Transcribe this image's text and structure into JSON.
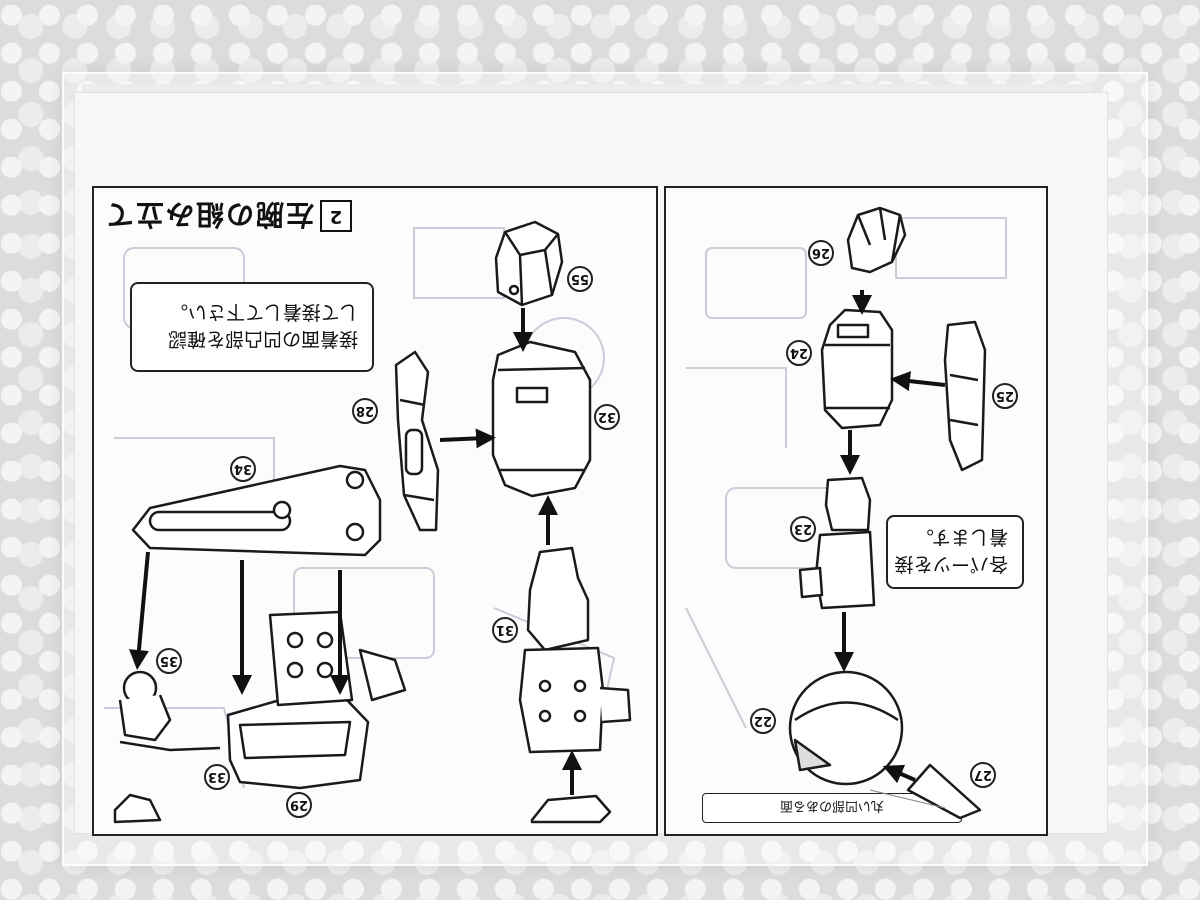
{
  "instruction_sheet": {
    "step_number": "2",
    "step_title": "左腕の組み立て",
    "notes": {
      "left_box": [
        "接着面の凹凸部を確認",
        "して接着して下さい。"
      ],
      "right_box": [
        "各パーツを接",
        "着します。"
      ]
    },
    "part_label": "丸い凹部のある面",
    "part_numbers": [
      "55",
      "32",
      "28",
      "34",
      "31",
      "35",
      "33",
      "29",
      "26",
      "24",
      "25",
      "23",
      "22",
      "27"
    ]
  }
}
